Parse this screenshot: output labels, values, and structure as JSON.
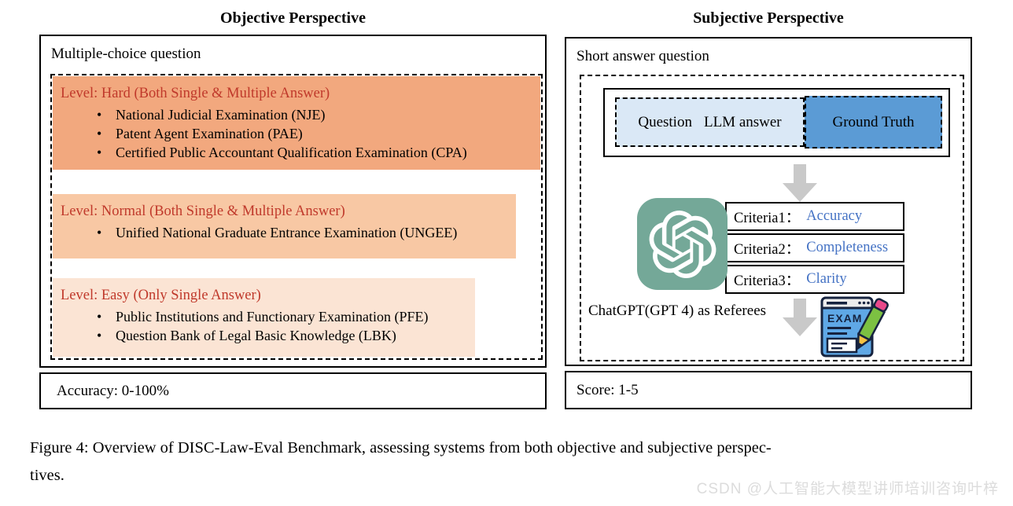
{
  "titles": {
    "objective": "Objective Perspective",
    "subjective": "Subjective Perspective"
  },
  "left_panel": {
    "header": "Multiple-choice question",
    "levels": [
      {
        "title": "Level: Hard (Both Single & Multiple Answer)",
        "items": [
          "National Judicial Examination (NJE)",
          "Patent Agent Examination (PAE)",
          "Certified Public Accountant Qualification Examination (CPA)"
        ]
      },
      {
        "title": "Level: Normal (Both Single & Multiple Answer)",
        "items": [
          "Unified National Graduate Entrance Examination (UNGEE)"
        ]
      },
      {
        "title": "Level: Easy (Only Single Answer)",
        "items": [
          "Public Institutions and Functionary Examination (PFE)",
          "Question Bank of Legal Basic Knowledge (LBK)"
        ]
      }
    ],
    "metric": "Accuracy: 0-100%"
  },
  "right_panel": {
    "header": "Short answer question",
    "qa": {
      "question": "Question",
      "llm_answer": "LLM answer",
      "ground_truth": "Ground Truth"
    },
    "criteria": [
      {
        "label": "Criteria1：",
        "value": "Accuracy"
      },
      {
        "label": "Criteria2：",
        "value": "Completeness"
      },
      {
        "label": "Criteria3：",
        "value": "Clarity"
      }
    ],
    "referee": "ChatGPT(GPT 4) as Referees",
    "exam_icon_text": "EXAM",
    "metric": "Score: 1-5"
  },
  "caption": {
    "line1": "Figure 4: Overview of DISC-Law-Eval Benchmark, assessing systems from both objective and subjective perspec-",
    "line2": "tives."
  },
  "watermark": "CSDN @人工智能大模型讲师培训咨询叶梓",
  "colors": {
    "hard_bg": "#F2A87E",
    "normal_bg": "#F8C8A4",
    "easy_bg": "#FBE4D4",
    "level_red": "#C0392B",
    "qa_bg": "#DAE8F6",
    "gt_bg": "#5B9BD5",
    "criteria_blue": "#4472C4",
    "gpt_green": "#74A898",
    "arrow_gray": "#C9C9C9",
    "watermark_gray": "#DCDCDC"
  }
}
